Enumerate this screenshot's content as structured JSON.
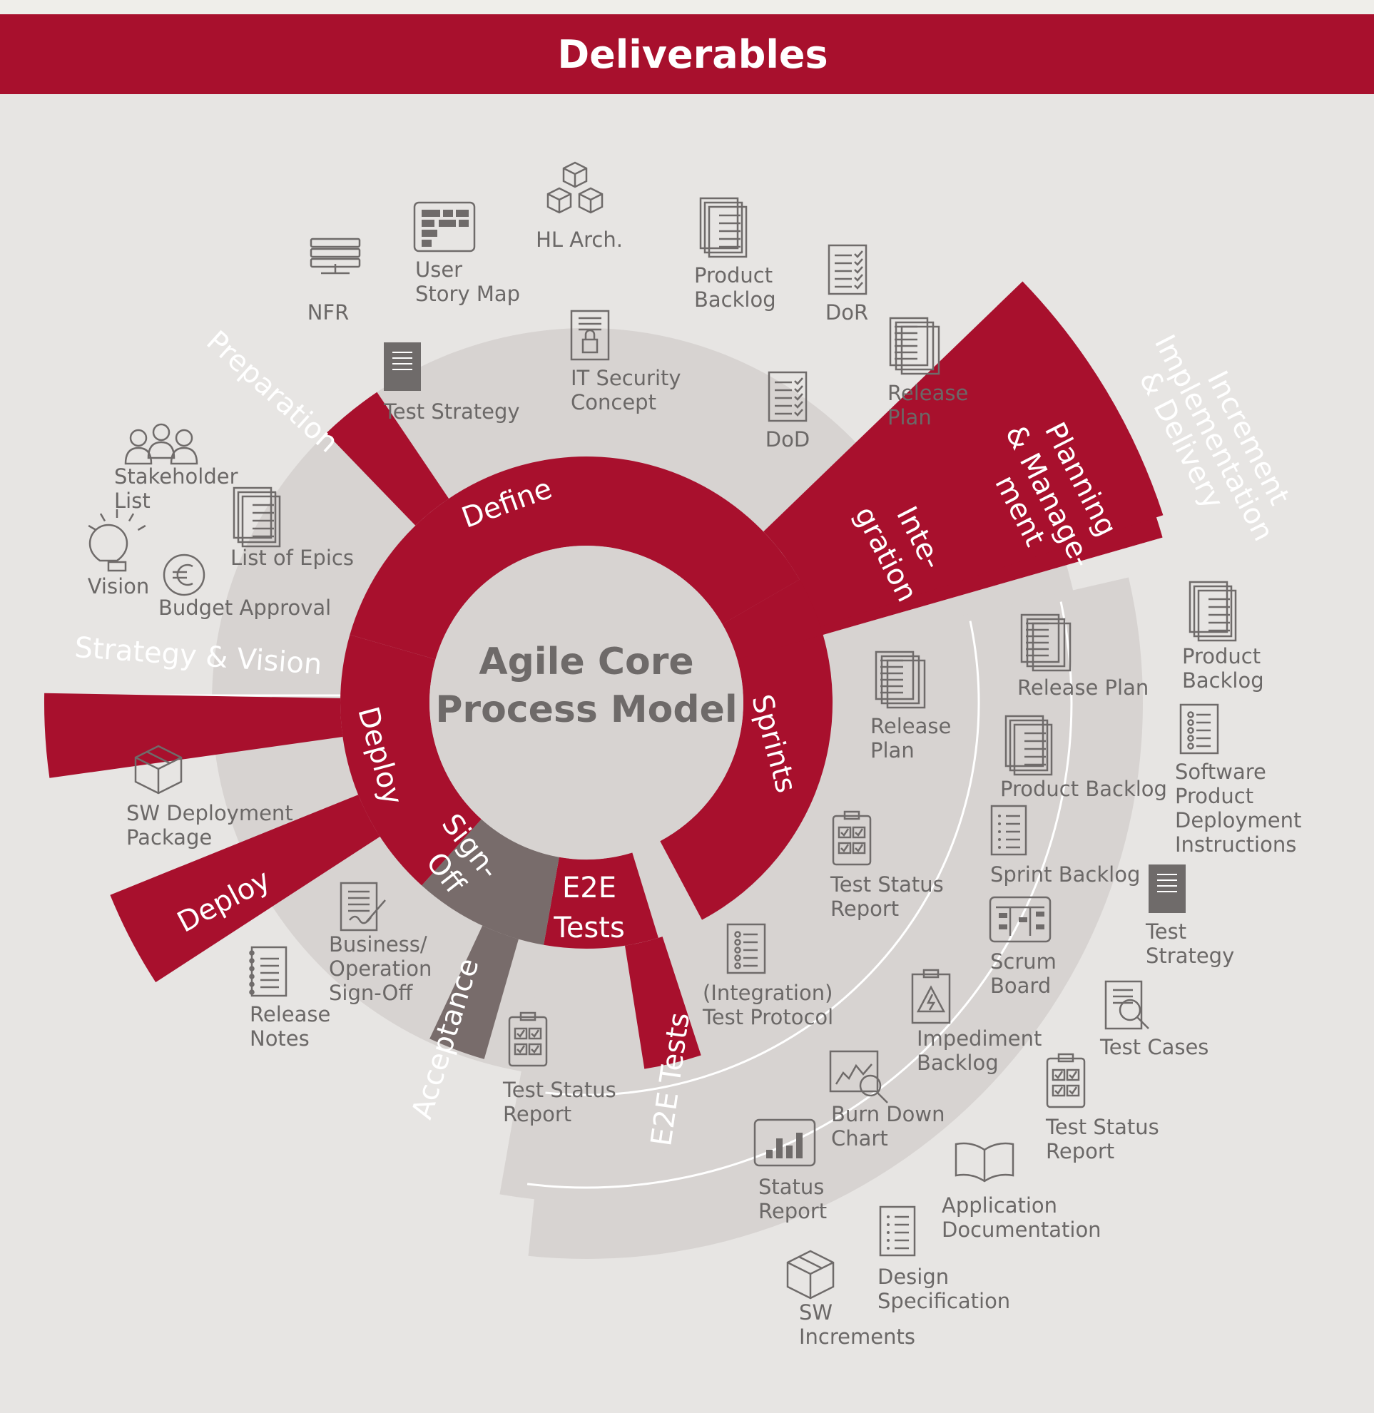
{
  "banner": {
    "title": "Deliverables"
  },
  "center": {
    "line1": "Agile Core",
    "line2": "Process Model"
  },
  "colors": {
    "red": "#a8102d",
    "grey_sector": "#786c6b",
    "light_disc": "#d7d3d1",
    "background": "#e7e5e3",
    "text_grey": "#6b6867"
  },
  "phases": {
    "define": "Define",
    "sprints": "Sprints",
    "e2e_inner_1": "E2E",
    "e2e_inner_2": "Tests",
    "signoff_1": "Sign-",
    "signoff_2": "Off",
    "deploy_inner": "Deploy",
    "preparation": "Preparation",
    "strategy_vision": "Strategy & Vision",
    "deploy_outer": "Deploy",
    "acceptance": "Acceptance",
    "e2e_outer": "E2E Tests",
    "integration_1": "Inte-",
    "integration_2": "gration",
    "planning_1": "Planning",
    "planning_2": "& Manage-",
    "planning_3": "ment",
    "increment_1": "Increment",
    "increment_2": "Implementation",
    "increment_3": "& Delivery"
  },
  "deliverables": [
    {
      "id": "nfr",
      "icon": "server-icon",
      "lines": [
        "NFR"
      ]
    },
    {
      "id": "user-story-map",
      "icon": "story-map-icon",
      "lines": [
        "User",
        "Story Map"
      ]
    },
    {
      "id": "hl-arch",
      "icon": "cubes-icon",
      "lines": [
        "HL Arch."
      ]
    },
    {
      "id": "product-backlog-1",
      "icon": "numbered-list-stack-icon",
      "lines": [
        "Product",
        "Backlog"
      ]
    },
    {
      "id": "dor",
      "icon": "checklist-icon",
      "lines": [
        "DoR"
      ]
    },
    {
      "id": "test-strategy-1",
      "icon": "document-dark-icon",
      "lines": [
        "Test Strategy"
      ]
    },
    {
      "id": "it-security",
      "icon": "lock-document-icon",
      "lines": [
        "IT Security",
        "Concept"
      ]
    },
    {
      "id": "release-plan-1",
      "icon": "pages-stack-icon",
      "lines": [
        "Release",
        "Plan"
      ]
    },
    {
      "id": "dod",
      "icon": "checklist-icon",
      "lines": [
        "DoD"
      ]
    },
    {
      "id": "stakeholder-list",
      "icon": "people-icon",
      "lines": [
        "Stakeholder",
        "List"
      ]
    },
    {
      "id": "list-of-epics",
      "icon": "numbered-list-stack-icon",
      "lines": [
        "List of Epics"
      ]
    },
    {
      "id": "vision",
      "icon": "lightbulb-icon",
      "lines": [
        "Vision"
      ]
    },
    {
      "id": "budget-approval",
      "icon": "euro-coin-icon",
      "lines": [
        "Budget Approval"
      ]
    },
    {
      "id": "sw-deployment-package",
      "icon": "box-icon",
      "lines": [
        "SW Deployment",
        "Package"
      ]
    },
    {
      "id": "release-notes",
      "icon": "notepad-icon",
      "lines": [
        "Release",
        "Notes"
      ]
    },
    {
      "id": "business-signoff",
      "icon": "signature-document-icon",
      "lines": [
        "Business/",
        "Operation",
        "Sign-Off"
      ]
    },
    {
      "id": "test-status-report-1",
      "icon": "clipboard-check-icon",
      "lines": [
        "Test Status",
        "Report"
      ]
    },
    {
      "id": "release-plan-2",
      "icon": "pages-stack-icon",
      "lines": [
        "Release",
        "Plan"
      ]
    },
    {
      "id": "test-status-report-2",
      "icon": "clipboard-check-icon",
      "lines": [
        "Test Status",
        "Report"
      ]
    },
    {
      "id": "integration-test-protocol",
      "icon": "list-document-icon",
      "lines": [
        "(Integration)",
        "Test Protocol"
      ]
    },
    {
      "id": "release-plan-3",
      "icon": "pages-stack-icon",
      "lines": [
        "Release Plan"
      ]
    },
    {
      "id": "product-backlog-2",
      "icon": "numbered-list-stack-icon",
      "lines": [
        "Product Backlog"
      ]
    },
    {
      "id": "sprint-backlog",
      "icon": "numbered-list-icon",
      "lines": [
        "Sprint Backlog"
      ]
    },
    {
      "id": "scrum-board",
      "icon": "board-icon",
      "lines": [
        "Scrum",
        "Board"
      ]
    },
    {
      "id": "impediment-backlog",
      "icon": "warning-clipboard-icon",
      "lines": [
        "Impediment",
        "Backlog"
      ]
    },
    {
      "id": "burn-down-chart",
      "icon": "chart-magnifier-icon",
      "lines": [
        "Burn Down",
        "Chart"
      ]
    },
    {
      "id": "status-report",
      "icon": "bar-chart-icon",
      "lines": [
        "Status",
        "Report"
      ]
    },
    {
      "id": "product-backlog-3",
      "icon": "numbered-list-stack-icon",
      "lines": [
        "Product",
        "Backlog"
      ]
    },
    {
      "id": "software-product-deployment",
      "icon": "list-document-icon",
      "lines": [
        "Software",
        "Product",
        "Deployment",
        "Instructions"
      ]
    },
    {
      "id": "test-strategy-2",
      "icon": "document-dark-icon",
      "lines": [
        "Test",
        "Strategy"
      ]
    },
    {
      "id": "test-cases",
      "icon": "magnifier-document-icon",
      "lines": [
        "Test Cases"
      ]
    },
    {
      "id": "test-status-report-3",
      "icon": "clipboard-check-icon",
      "lines": [
        "Test Status",
        "Report"
      ]
    },
    {
      "id": "application-documentation",
      "icon": "open-book-icon",
      "lines": [
        "Application",
        "Documentation"
      ]
    },
    {
      "id": "design-specification",
      "icon": "numbered-list-icon",
      "lines": [
        "Design",
        "Specification"
      ]
    },
    {
      "id": "sw-increments",
      "icon": "box-icon",
      "lines": [
        "SW",
        "Increments"
      ]
    }
  ]
}
